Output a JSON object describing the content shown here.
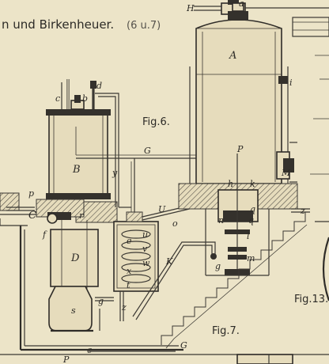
{
  "header": {
    "text": "n und Birkenheuer.",
    "figs": "(6 u.7)"
  },
  "figure_labels": {
    "fig6": "Fig.6.",
    "fig7": "Fig.7.",
    "fig13": "Fig.13."
  },
  "parts": {
    "A": "A",
    "B": "B",
    "C": "C",
    "D": "D",
    "G": "G",
    "G2": "G",
    "H": "H",
    "K": "K",
    "M": "M",
    "P": "P",
    "P2": "P",
    "U": "U",
    "a": "a",
    "b": "b",
    "c": "c",
    "d": "d",
    "e": "e",
    "f": "f",
    "g": "g",
    "h": "h",
    "i": "i",
    "k": "k",
    "l": "l",
    "m": "m",
    "n": "n",
    "o": "o",
    "p": "p",
    "q": "q",
    "r": "r",
    "s": "s",
    "y": "y",
    "z": "z",
    "z2": "z",
    "u": "u",
    "v": "v",
    "w": "w",
    "x": "x",
    "t": "t",
    "g2": "g",
    "c2": "c",
    "q2": "q"
  }
}
